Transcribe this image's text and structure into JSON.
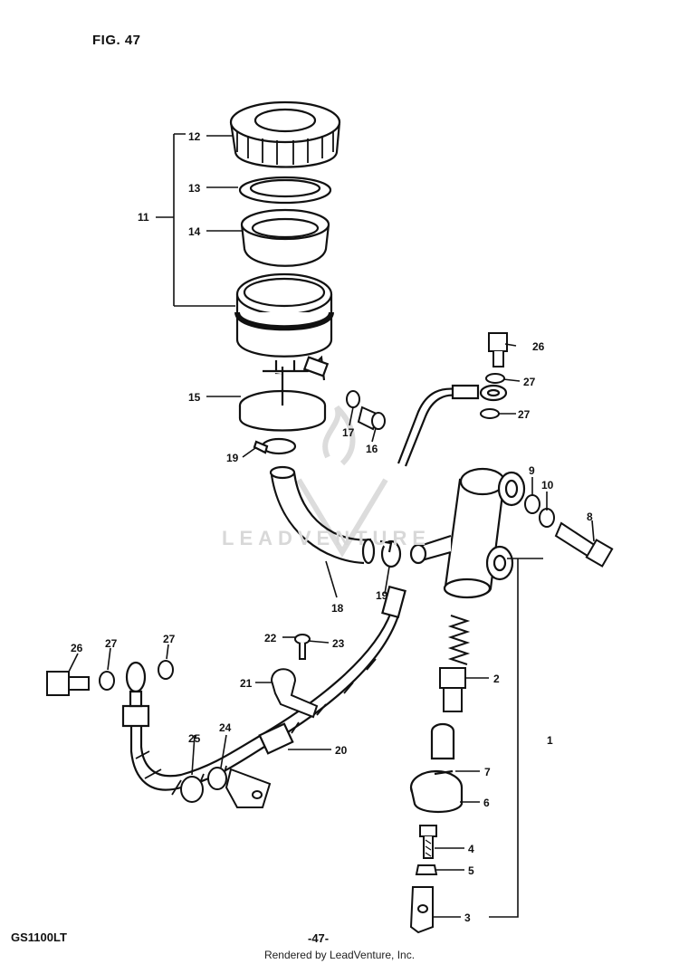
{
  "figure": {
    "title": "FIG. 47",
    "model": "GS1100LT",
    "page_number": "-47-"
  },
  "footer": {
    "rendered_by": "Rendered by LeadVenture, Inc."
  },
  "watermark": {
    "text": "LEADVENTURE"
  },
  "callouts": {
    "c1": "1",
    "c2": "2",
    "c3": "3",
    "c4": "4",
    "c5": "5",
    "c6": "6",
    "c7": "7",
    "c8": "8",
    "c9": "9",
    "c10": "10",
    "c11": "11",
    "c12": "12",
    "c13": "13",
    "c14": "14",
    "c15": "15",
    "c16": "16",
    "c17": "17",
    "c18": "18",
    "c19a": "19",
    "c19b": "19",
    "c20": "20",
    "c21": "21",
    "c22": "22",
    "c23": "23",
    "c24": "24",
    "c25": "25",
    "c26a": "26",
    "c26b": "26",
    "c27a": "27",
    "c27b": "27",
    "c27c": "27",
    "c27d": "27"
  }
}
